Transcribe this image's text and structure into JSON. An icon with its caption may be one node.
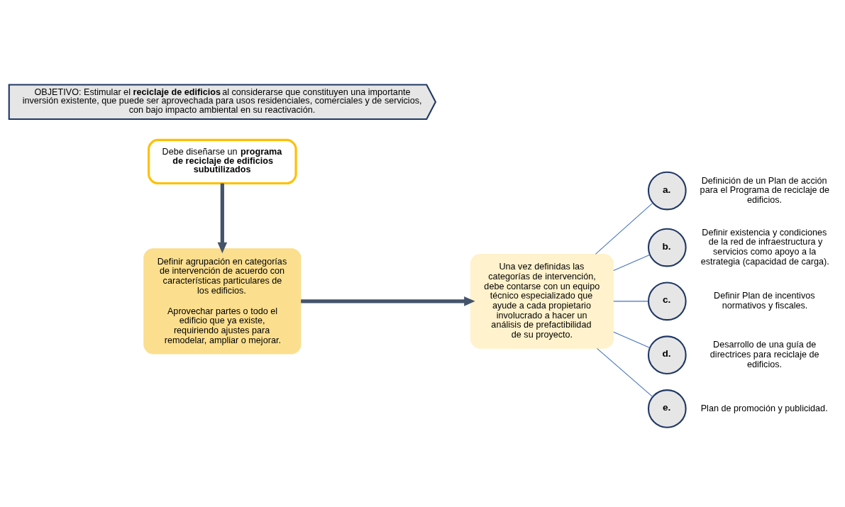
{
  "diagram": {
    "nodes": [
      {
        "text": [
          "OBJETIVO:  Estimular el **reciclaje de edificios** al considerarse que constituyen una importante inversión  existente, que puede ser aprovechada para usos residenciales, comerciales y de servicios,  con bajo impacto ambiental  en su reactivación."
        ]
      },
      {
        "text": [
          "Debe diseñarse un **programa de reciclaje de edificios subutilizados**"
        ]
      },
      {
        "text": [
          "Definir agrupación en categorías de intervención de acuerdo con características particulares de los edificios.",
          "Aprovechar partes o todo el edificio que ya existe, requiriendo ajustes para remodelar, ampliar o mejorar."
        ]
      },
      {
        "text": [
          "Una vez definidas las categorías de intervención, debe contarse con un equipo técnico especializado que ayude a cada propietario involucrado a hacer un análisis de prefactibilidad de su proyecto."
        ]
      },
      {
        "text": [
          "a."
        ],
        "beside": [
          "Definición de un Plan de acción para el Programa de reciclaje de edificios."
        ]
      },
      {
        "text": [
          "b."
        ],
        "beside": [
          "Definir existencia y condiciones de la red de infraestructura y servicios como apoyo a la estrategia (capacidad de carga)."
        ]
      },
      {
        "text": [
          "c."
        ],
        "beside": [
          "Definir Plan de incentivos normativos  y fiscales."
        ]
      },
      {
        "text": [
          "d."
        ],
        "beside": [
          "Desarrollo de una guía de directrices para reciclaje de edificios."
        ]
      },
      {
        "text": [
          "e."
        ],
        "beside": [
          "Plan de promoción  y publicidad."
        ]
      }
    ],
    "edges": [
      {
        "from": 1,
        "to": 2,
        "arrow": "to",
        "style": "thick",
        "color": "#44546a"
      },
      {
        "from": 2,
        "to": 3,
        "arrow": "to",
        "style": "thick",
        "color": "#44546a"
      },
      {
        "from": 3,
        "to": 4,
        "arrow": "none"
      },
      {
        "from": 3,
        "to": 5,
        "arrow": "none"
      },
      {
        "from": 3,
        "to": 6,
        "arrow": "none"
      },
      {
        "from": 3,
        "to": 7,
        "arrow": "none"
      },
      {
        "from": 3,
        "to": 8,
        "arrow": "none"
      }
    ]
  }
}
